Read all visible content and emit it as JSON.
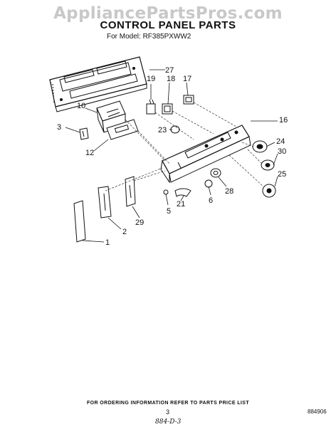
{
  "watermark": "AppliancePartsPros.com",
  "title": "CONTROL PANEL PARTS",
  "model_line": "For Model: RF385PXWW2",
  "footer_note": "FOR ORDERING INFORMATION REFER TO PARTS PRICE LIST",
  "page_number": "3",
  "part_code": "884906",
  "handwritten": "884-D-3",
  "callouts": [
    {
      "id": "1",
      "label": "1"
    },
    {
      "id": "2",
      "label": "2"
    },
    {
      "id": "3",
      "label": "3"
    },
    {
      "id": "5",
      "label": "5"
    },
    {
      "id": "6",
      "label": "6"
    },
    {
      "id": "10",
      "label": "10"
    },
    {
      "id": "12",
      "label": "12"
    },
    {
      "id": "16",
      "label": "16"
    },
    {
      "id": "17",
      "label": "17"
    },
    {
      "id": "18",
      "label": "18"
    },
    {
      "id": "19",
      "label": "19"
    },
    {
      "id": "21",
      "label": "21"
    },
    {
      "id": "23",
      "label": "23"
    },
    {
      "id": "24",
      "label": "24"
    },
    {
      "id": "25",
      "label": "25"
    },
    {
      "id": "27",
      "label": "27"
    },
    {
      "id": "28",
      "label": "28"
    },
    {
      "id": "29",
      "label": "29"
    },
    {
      "id": "30",
      "label": "30"
    }
  ]
}
